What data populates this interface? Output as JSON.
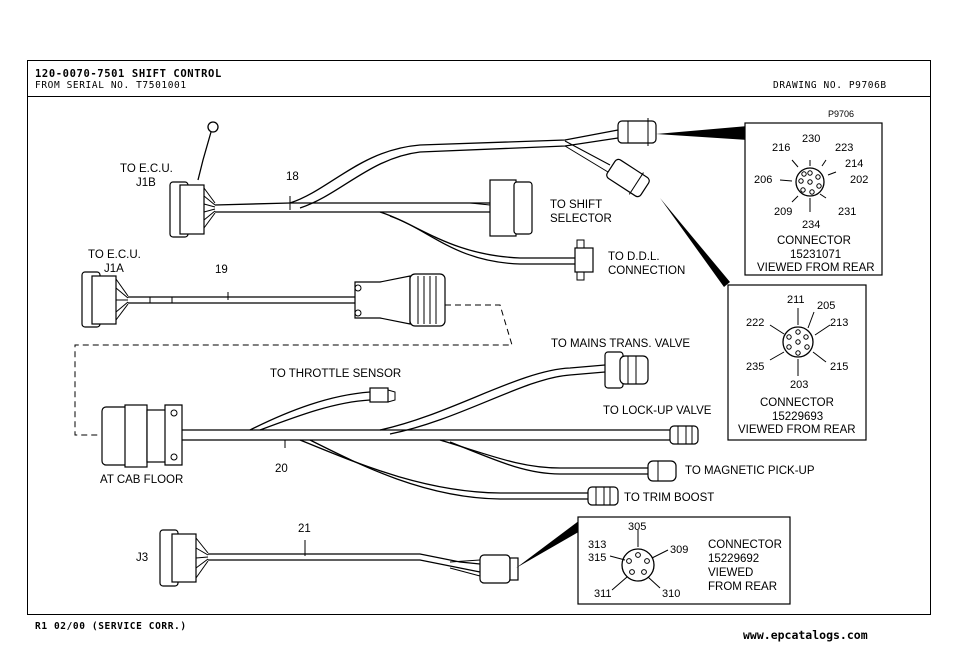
{
  "header": {
    "title": "120-0070-7501 SHIFT CONTROL",
    "serial": "FROM SERIAL NO. T7501001",
    "drawing": "DRAWING NO. P9706B"
  },
  "footer": {
    "revision": "R1 02/00 (SERVICE CORR.)",
    "website": "www.epcatalogs.com"
  },
  "labels": {
    "ecu_j1b_1": "TO E.C.U.",
    "ecu_j1b_2": "J1B",
    "ecu_j1a_1": "TO E.C.U.",
    "ecu_j1a_2": "J1A",
    "harness_18": "18",
    "harness_19": "19",
    "harness_20": "20",
    "harness_21": "21",
    "shift_selector_1": "TO SHIFT",
    "shift_selector_2": "SELECTOR",
    "ddl_1": "TO D.D.L.",
    "ddl_2": "CONNECTION",
    "mains_trans": "TO MAINS TRANS. VALVE",
    "throttle": "TO THROTTLE SENSOR",
    "lockup": "TO LOCK-UP VALVE",
    "mag_pickup": "TO MAGNETIC PICK-UP",
    "trim_boost": "TO TRIM BOOST",
    "cab_floor": "AT CAB FLOOR",
    "j3": "J3",
    "p9706": "P9706"
  },
  "connector_a": {
    "pins": [
      "230",
      "223",
      "214",
      "202",
      "231",
      "234",
      "209",
      "206",
      "216"
    ],
    "line1": "CONNECTOR",
    "line2": "15231071",
    "line3": "VIEWED FROM REAR"
  },
  "connector_b": {
    "pins": [
      "211",
      "205",
      "213",
      "215",
      "203",
      "235",
      "222"
    ],
    "line1": "CONNECTOR",
    "line2": "15229693",
    "line3": "VIEWED FROM REAR"
  },
  "connector_c": {
    "pins": [
      "305",
      "309",
      "310",
      "311",
      "315",
      "313"
    ],
    "line1": "CONNECTOR",
    "line2": "15229692",
    "line3": "VIEWED",
    "line4": "FROM REAR"
  }
}
